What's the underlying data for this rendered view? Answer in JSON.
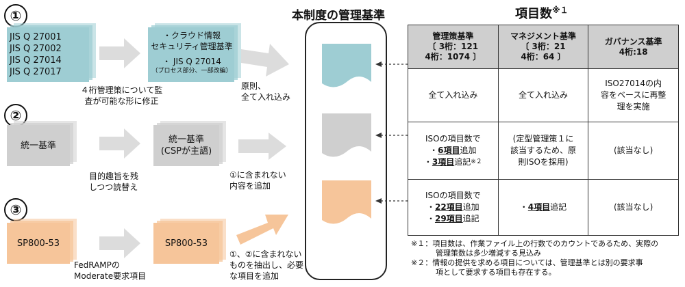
{
  "colors": {
    "blue": "#9ecdd3",
    "gray": "#cfcfcf",
    "orange": "#f6c59a",
    "arrow": "#dcdcdc",
    "tableHeader": "#cfcfcf"
  },
  "row1": {
    "number": "①",
    "standards": [
      "JIS Q 27001",
      "JIS Q 27002",
      "JIS Q 27014",
      "JIS Q 27017"
    ],
    "note": [
      "４桁管理策について監",
      "査が可能な形に修正"
    ],
    "target": [
      "・クラウド情報",
      "セキュリティ管理基準",
      "・ JIS Q 27014",
      "（プロセス部分、一部改編）"
    ],
    "action": [
      "原則、",
      "全て入れ込み"
    ]
  },
  "row2": {
    "number": "②",
    "source": "統一基準",
    "note": [
      "目的趣旨を残",
      "しつつ読替え"
    ],
    "target": [
      "統一基準",
      "(CSPが主語)"
    ],
    "action": [
      "①に含まれない",
      "内容を追加"
    ]
  },
  "row3": {
    "number": "③",
    "source": "SP800-53",
    "note": [
      "FedRAMPの",
      "Moderate要求項目"
    ],
    "target": "SP800-53",
    "action": [
      "①、②に含まれない",
      "ものを抽出し、必要",
      "な項目を追加"
    ]
  },
  "center_title": "本制度の管理基準",
  "right_title": "項目数",
  "right_title_mark": "※１",
  "table": {
    "headers": [
      {
        "name": "管理策基準",
        "lines": [
          "〔 3桁：121",
          "4桁：1074 〕"
        ]
      },
      {
        "name": "マネジメント基準",
        "lines": [
          "〔 3桁：21",
          "4桁：64 〕"
        ]
      },
      {
        "name": "ガバナンス基準",
        "lines": [
          "4桁:18"
        ]
      }
    ],
    "row1": [
      "全て入れ込み",
      "全て入れ込み",
      [
        "ISO27014の内",
        "容をベースに再整",
        "理を実施"
      ]
    ],
    "row2": {
      "c1_lead": "ISOの項目数で",
      "c1_a_num": "6項目",
      "c1_a_suf": "追加",
      "c1_b_num": "3項目",
      "c1_b_suf": "追記",
      "c1_b_mark": "※２",
      "c2": [
        "(定型管理策１に",
        "該当するため、原",
        "則ISOを採用)"
      ],
      "c3": "(該当なし)"
    },
    "row3": {
      "c1_lead": "ISOの項目数で",
      "c1_a_num": "22項目",
      "c1_a_suf": "追加",
      "c1_b_num": "29項目",
      "c1_b_suf": "追記",
      "c2_num": "4項目",
      "c2_suf": "追記",
      "c3": "(該当なし)"
    }
  },
  "notes": [
    "※１：項目数は、作業ファイル上の行数でのカウントであるため、実際の",
    "管理策数は多少増減する見込み",
    "※２：情報の提供を求める項目については、管理基準とは別の要求事",
    "項として要求する項目も存在する。"
  ]
}
